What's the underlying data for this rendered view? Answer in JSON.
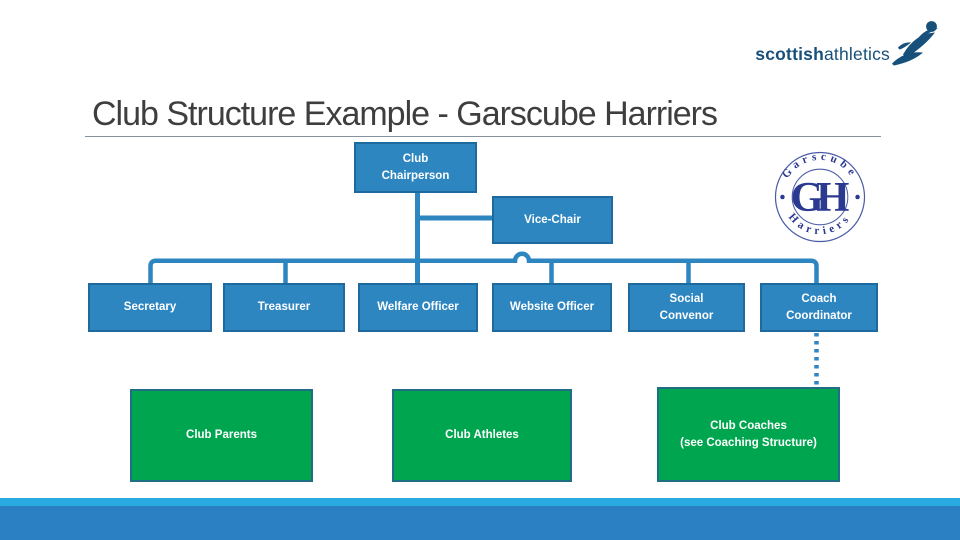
{
  "brand": {
    "bold": "scottish",
    "light": "athletics"
  },
  "title": "Club Structure Example - Garscube Harriers",
  "org": {
    "chairperson": [
      "Club",
      "Chairperson"
    ],
    "vice_chair": [
      "Vice-Chair"
    ],
    "secretary": [
      "Secretary"
    ],
    "treasurer": [
      "Treasurer"
    ],
    "welfare_officer": [
      "Welfare Officer"
    ],
    "website_officer": [
      "Website Officer"
    ],
    "social_convenor": [
      "Social",
      "Convenor"
    ],
    "coach_coordinator": [
      "Coach",
      "Coordinator"
    ],
    "club_parents": [
      "Club Parents"
    ],
    "club_athletes": [
      "Club Athletes"
    ],
    "club_coaches": [
      "Club Coaches",
      "(see Coaching Structure)"
    ]
  },
  "seal": {
    "top": "Garscube",
    "bottom": "Harriers",
    "monogram": "GH"
  },
  "colors": {
    "box_blue": "#2E86C1",
    "box_blue_border": "#1E6A9E",
    "box_green": "#00A64F",
    "box_green_border": "#1F6E83",
    "brand_navy": "#17507A",
    "seal_navy": "#2B3990",
    "footer_bar_blue": "#2A80C3",
    "footer_strip_cyan": "#29ABE2",
    "title_gray": "#3E3E3E"
  }
}
